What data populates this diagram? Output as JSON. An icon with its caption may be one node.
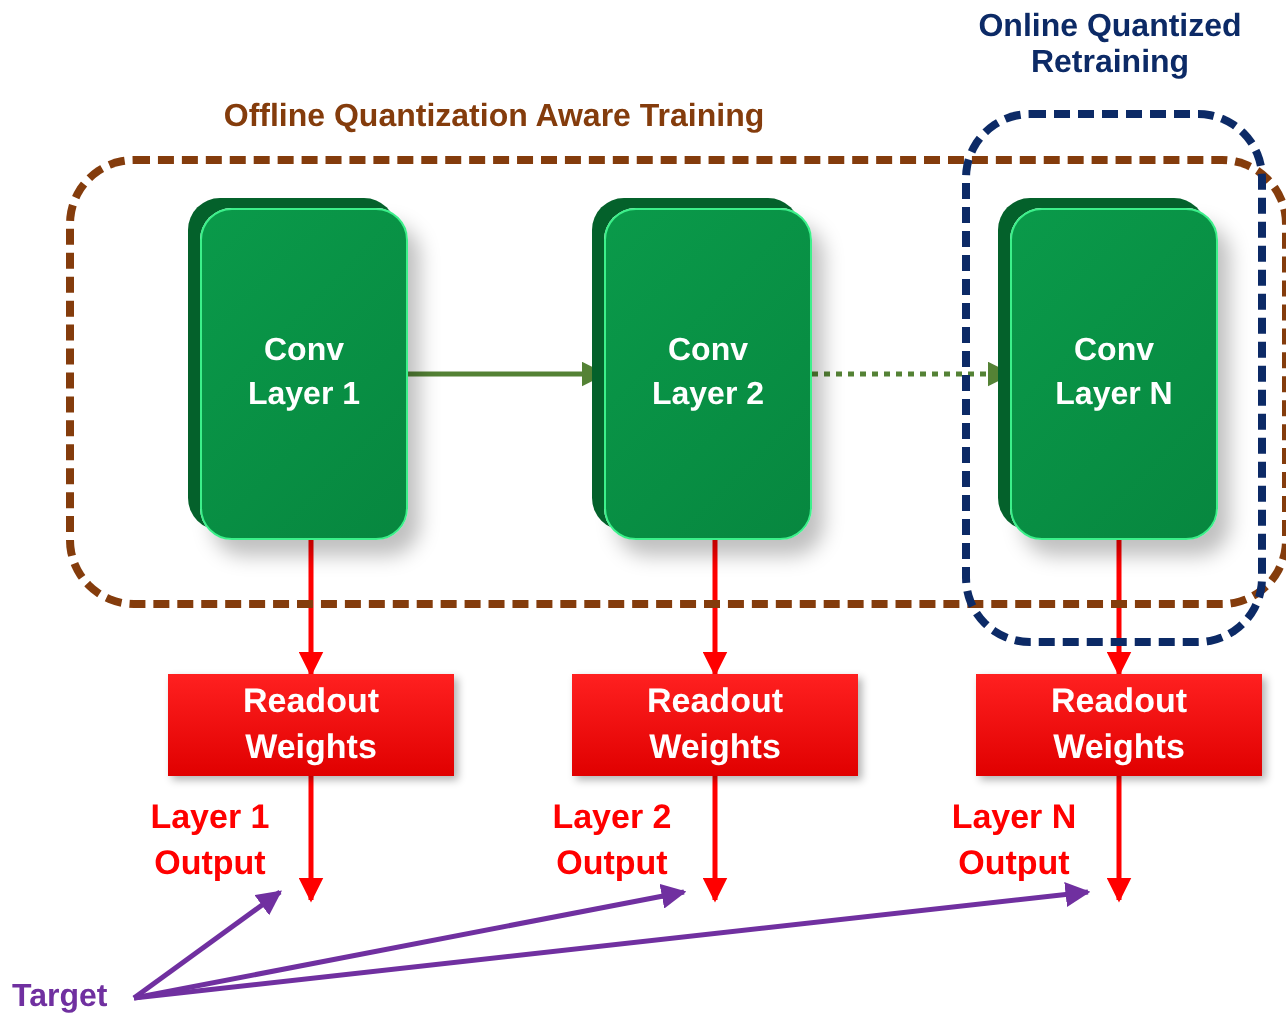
{
  "diagram": {
    "nodes": [
      {
        "text": [
          "Offline Quantization Aware Training"
        ]
      },
      {
        "text": [
          "Online Quantized Retraining"
        ]
      },
      {
        "text": [
          "Conv Layer 1"
        ],
        "in": 0
      },
      {
        "text": [
          "Conv Layer 2"
        ],
        "in": 0
      },
      {
        "text": [
          "Conv Layer N"
        ],
        "in": 1
      },
      {
        "text": [
          "Readout Weights"
        ]
      },
      {
        "text": [
          "Readout Weights"
        ]
      },
      {
        "text": [
          "Readout Weights"
        ]
      },
      {
        "text": [
          "Target"
        ]
      },
      {
        "text": [
          "Layer 1 Output"
        ]
      },
      {
        "text": [
          "Layer 2 Output"
        ]
      },
      {
        "text": [
          "Layer N Output"
        ]
      }
    ],
    "edges": [
      {
        "from": 2,
        "to": 3,
        "arrow": "to",
        "color": "#548235"
      },
      {
        "from": 3,
        "to": 4,
        "arrow": "to",
        "style": "dashed",
        "color": "#548235"
      },
      {
        "from": 2,
        "to": 5,
        "arrow": "to"
      },
      {
        "from": 3,
        "to": 6,
        "arrow": "to"
      },
      {
        "from": 4,
        "to": 7,
        "arrow": "to"
      },
      {
        "from": 5,
        "to": 9,
        "arrow": "to"
      },
      {
        "from": 6,
        "to": 10,
        "arrow": "to"
      },
      {
        "from": 7,
        "to": 11,
        "arrow": "to"
      },
      {
        "from": 8,
        "to": 9,
        "arrow": "to",
        "color": "#7030a0"
      },
      {
        "from": 8,
        "to": 10,
        "arrow": "to",
        "color": "#7030a0"
      },
      {
        "from": 8,
        "to": 11,
        "arrow": "to",
        "color": "#7030a0"
      }
    ]
  }
}
